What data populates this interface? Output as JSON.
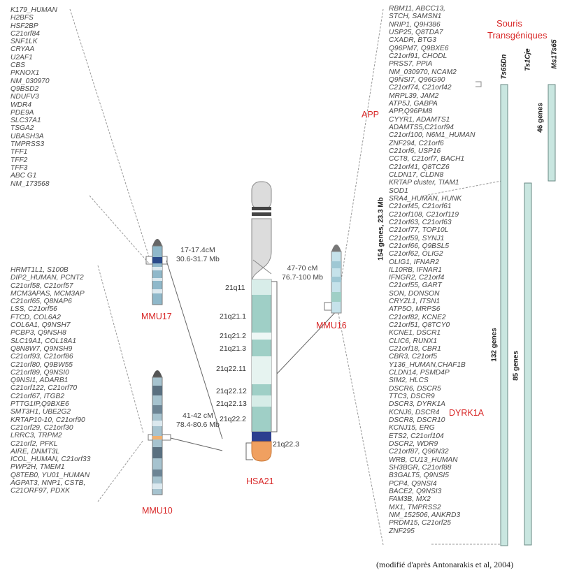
{
  "title": {
    "line1": "Souris",
    "line2": "Transgéniques",
    "color": "#d82828"
  },
  "strains": [
    "Ts65Dn",
    "Ts1Cje",
    "Ms1Ts65"
  ],
  "spans": {
    "total": "154 genes, 23.3 Mb",
    "ts65dn": "132 genes",
    "ts1cje": "85 genes",
    "ms1ts65": "46 genes"
  },
  "chromosomes": {
    "hsa21": "HSA21",
    "mmu16": "MMU16",
    "mmu17": "MMU17",
    "mmu10": "MMU10"
  },
  "loci": {
    "mmu17_cm": "17-17.4cM",
    "mmu17_mb": "30.6-31.7 Mb",
    "mmu16_cm": "47-70 cM",
    "mmu16_mb": "76.7-100 Mb",
    "mmu10_cm": "41-42 cM",
    "mmu10_mb": "78.4-80.6 Mb"
  },
  "bands": [
    "21q11",
    "21q21.1",
    "21q21.2",
    "21q21.3",
    "21q22.11",
    "21q22.12",
    "21q22.13",
    "21q22.2",
    "21q22.3"
  ],
  "highlight_genes": {
    "app": "APP",
    "dyrk1a": "DYRK1A"
  },
  "mmu17_genes": [
    "K179_HUMAN",
    "H2BFS",
    "HSF2BP",
    "C21orf84",
    "SNF1LK",
    "CRYAA",
    "U2AF1",
    "CBS",
    "PKNOX1",
    "NM_030970",
    "Q9BSD2",
    "NDUFV3",
    "WDR4",
    "PDE9A",
    "SLC37A1",
    "TSGA2",
    "UBASH3A",
    "TMPRSS3",
    "TFF1",
    "TFF2",
    "TFF3",
    "ABC G1",
    "NM_173568"
  ],
  "mmu10_genes": [
    "HRMT1L1, S100B",
    "DIP2_HUMAN, PCNT2",
    "C21orf58, C21orf57",
    "MCM3APAS, MCM3AP",
    "C21orf65, Q8NAP6",
    "LSS, C21orf56",
    "FTCD, COL6A2",
    "COL6A1, Q9NSH7",
    "PCBP3, Q9NSH8",
    "SLC19A1, COL18A1",
    "Q8N8W7, Q9NSH9",
    "C21orf93, C21orf86",
    "C21orf80, Q9BW55",
    "C21orf89, Q9NSI0",
    "Q9NSI1, ADARB1",
    "C21orf122, C21orf70",
    "C21orf67, ITGB2",
    "PTTG1IP,Q9BXE6",
    "SMT3H1, UBE2G2",
    "KRTAP10-10, C21orf90",
    "C21orf29, C21orf30",
    "LRRC3, TRPM2",
    "C21orf2, PFKL",
    "AIRE, DNMT3L",
    "ICOL_HUMAN, C21orf33",
    "PWP2H, TMEM1",
    "Q8TEB0, YU01_HUMAN",
    "AGPAT3, NNP1, CSTB,",
    "C21ORF97, PDXK"
  ],
  "mmu16_genes": [
    "RBM11, ABCC13,",
    "STCH, SAMSN1",
    "NRIP1, Q9H386",
    "USP25, Q8TDA7",
    "CXADR, BTG3",
    "Q96PM7, Q9BXE6",
    "C21orf91, CHODL",
    "PRSS7, PPIA",
    "NM_030970, NCAM2",
    "Q9NSI7, Q96G90",
    "C21orf74, C21orf42",
    "MRPL39, JAM2",
    "ATP5J, GABPA",
    "APP,Q96PM8",
    "CYYR1, ADAMTS1",
    "ADAMTS5,C21orf94",
    "C21orf100, N6M1_HUMAN",
    "ZNF294, C21orf6",
    "C21orf6, USP16",
    "CCT8, C21orf7, BACH1",
    "C21orf41, Q8TCZ6",
    "CLDN17, CLDN8",
    "KRTAP cluster, TIAM1",
    "SOD1",
    "SRA4_HUMAN, HUNK",
    "C21orf45, C21orf61",
    "C21orf108, C21orf119",
    "C21orf63, C21orf63",
    "C21orf77, TOP10L",
    "C21orf59, SYNJ1",
    "C21orf66, Q9BSL5",
    "C21orf62, OLIG2",
    "OLIG1, IFNAR2",
    "IL10RB, IFNAR1",
    "IFNGR2, C21orf4",
    "C21orf55, GART",
    "SON, DONSON",
    "CRYZL1, ITSN1",
    "ATP5O, MRPS6",
    "C21orf82, KCNE2",
    "C21orf51, Q8TCY0",
    "KCNE1, DSCR1",
    "CLIC6, RUNX1",
    "C21orf18, CBR1",
    "CBR3, C21orf5",
    "Y136_HUMAN,CHAF1B",
    "CLDN14, PSMD4P",
    "SIM2, HLCS",
    "DSCR6, DSCR5",
    "TTC3, DSCR9",
    "DSCR3, DYRK1A",
    "KCNJ6, DSCR4",
    "DSCR8, DSCR10",
    "KCNJ15, ERG",
    "ETS2, C21orf104",
    "DSCR2, WDR9",
    "C21orf87, Q96N32",
    "WRB, CU13_HUMAN",
    "SH3BGR, C21orf88",
    "B3GALT5, Q9NSI5",
    "PCP4, Q9NSI4",
    "BACE2, Q9NSI3",
    "FAM3B, MX2",
    "MX1, TMPRSS2",
    "NM_152506, ANKRD3",
    "PRDM15, C21orf25",
    "ZNF295"
  ],
  "credit": "(modifié d'après Antonarakis et al, 2004)"
}
